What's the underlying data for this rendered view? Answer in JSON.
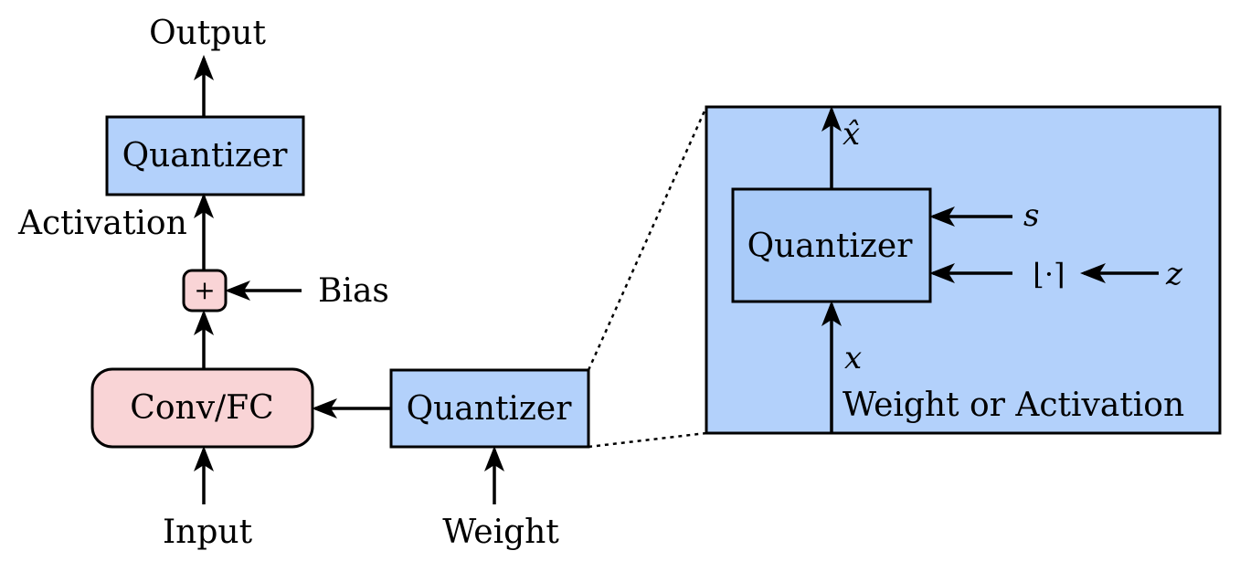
{
  "labels": {
    "output": "Output",
    "activation": "Activation",
    "bias": "Bias",
    "input": "Input",
    "weight": "Weight",
    "plus": "+",
    "conv_fc": "Conv/FC",
    "quantizer_top": "Quantizer",
    "quantizer_weight": "Quantizer",
    "quantizer_detail": "Quantizer",
    "x_hat": "x̂",
    "s": "s",
    "floor_op": "⌊·⌉",
    "z": "z",
    "x": "x",
    "weight_or_activation": "Weight or Activation"
  },
  "colors": {
    "quantizer_fill": "#b3d1fb",
    "detail_panel_fill": "#b3d1fb",
    "conv_fill": "#f9d4d6",
    "plus_fill": "#f9d4d6",
    "stroke": "#000000"
  }
}
